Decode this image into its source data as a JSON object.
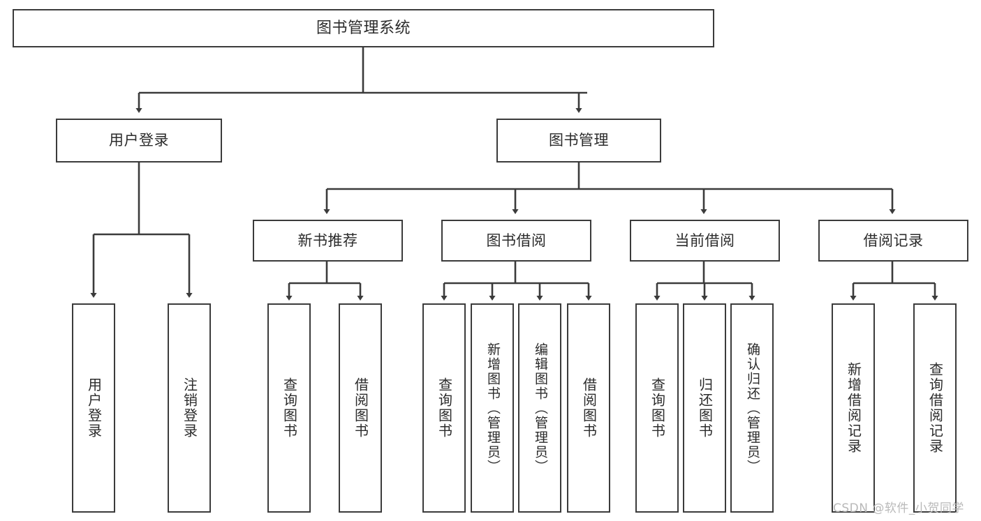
{
  "diagram": {
    "title": "图书管理系统",
    "type": "tree-hierarchy",
    "watermark": "CSDN @软件_小贺同学",
    "colors": {
      "line": "#3b3b3b",
      "box_fill": "#ffffff",
      "text": "#2b2b2b",
      "watermark": "#b9b9b9",
      "background": "#ffffff"
    },
    "levels": {
      "root": "图书管理系统",
      "level2": [
        "用户登录",
        "图书管理"
      ],
      "level3": [
        "新书推荐",
        "图书借阅",
        "当前借阅",
        "借阅记录"
      ]
    },
    "nodes": {
      "root": {
        "label": "图书管理系统"
      },
      "user_login": {
        "label": "用户登录"
      },
      "book_admin": {
        "label": "图书管理"
      },
      "new_book_rec": {
        "label": "新书推荐"
      },
      "book_borrow": {
        "label": "图书借阅"
      },
      "current_borrow": {
        "label": "当前借阅"
      },
      "borrow_record": {
        "label": "借阅记录"
      },
      "leaf_user_login": {
        "label": "用户登录"
      },
      "leaf_user_logout": {
        "label": "注销登录"
      },
      "leaf_query_book_1": {
        "label": "查询图书"
      },
      "leaf_borrow_book_1": {
        "label": "借阅图书"
      },
      "leaf_query_book_2": {
        "label": "查询图书"
      },
      "leaf_add_book": {
        "label": "新增图书（管理员）"
      },
      "leaf_edit_book": {
        "label": "编辑图书（管理员）"
      },
      "leaf_borrow_book_2": {
        "label": "借阅图书"
      },
      "leaf_query_book_3": {
        "label": "查询图书"
      },
      "leaf_return_book": {
        "label": "归还图书"
      },
      "leaf_confirm_return": {
        "label": "确认归还（管理员）"
      },
      "leaf_add_record": {
        "label": "新增借阅记录"
      },
      "leaf_query_record": {
        "label": "查询借阅记录"
      }
    },
    "edges": [
      {
        "from": "root",
        "to": "user_login"
      },
      {
        "from": "root",
        "to": "book_admin"
      },
      {
        "from": "user_login",
        "to": "leaf_user_login"
      },
      {
        "from": "user_login",
        "to": "leaf_user_logout"
      },
      {
        "from": "book_admin",
        "to": "new_book_rec"
      },
      {
        "from": "book_admin",
        "to": "book_borrow"
      },
      {
        "from": "book_admin",
        "to": "current_borrow"
      },
      {
        "from": "book_admin",
        "to": "borrow_record"
      },
      {
        "from": "new_book_rec",
        "to": "leaf_query_book_1"
      },
      {
        "from": "new_book_rec",
        "to": "leaf_borrow_book_1"
      },
      {
        "from": "book_borrow",
        "to": "leaf_query_book_2"
      },
      {
        "from": "book_borrow",
        "to": "leaf_add_book"
      },
      {
        "from": "book_borrow",
        "to": "leaf_edit_book"
      },
      {
        "from": "book_borrow",
        "to": "leaf_borrow_book_2"
      },
      {
        "from": "current_borrow",
        "to": "leaf_query_book_3"
      },
      {
        "from": "current_borrow",
        "to": "leaf_return_book"
      },
      {
        "from": "current_borrow",
        "to": "leaf_confirm_return"
      },
      {
        "from": "borrow_record",
        "to": "leaf_add_record"
      },
      {
        "from": "borrow_record",
        "to": "leaf_query_record"
      }
    ]
  }
}
